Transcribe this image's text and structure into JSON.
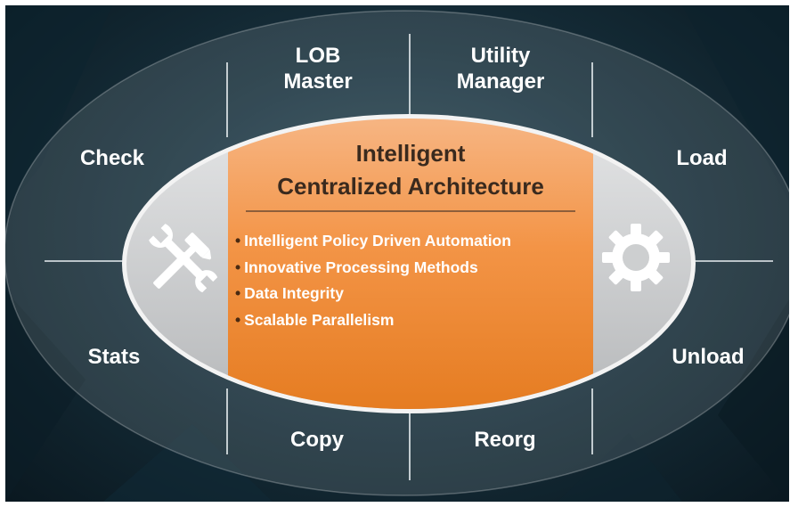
{
  "center": {
    "title_line1": "Intelligent",
    "title_line2": "Centralized Architecture",
    "bullets": [
      "Intelligent Policy Driven Automation",
      "Innovative Processing Methods",
      "Data Integrity",
      "Scalable Parallelism"
    ],
    "left_icon": "tools-icon",
    "right_icon": "gear-icon"
  },
  "outer_labels": {
    "lob_master_1": "LOB",
    "lob_master_2": "Master",
    "utility_manager_1": "Utility",
    "utility_manager_2": "Manager",
    "check": "Check",
    "load": "Load",
    "stats": "Stats",
    "unload": "Unload",
    "copy": "Copy",
    "reorg": "Reorg"
  },
  "colors": {
    "background": "#17303c",
    "center_fill": "#f0892e",
    "side_fill": "#c8cacb",
    "title_text": "#3a2a1e",
    "label_text": "#ffffff"
  }
}
